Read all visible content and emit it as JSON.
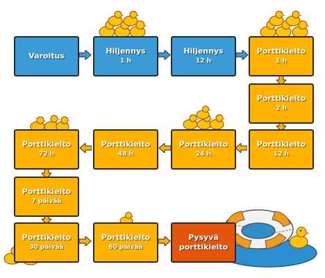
{
  "steps": [
    {
      "title": "Varoitus",
      "detail": "",
      "color": "#3b9bd6"
    },
    {
      "title": "Hiljennys",
      "detail": "1 h",
      "color": "#3b9bd6"
    },
    {
      "title": "Hiljennys",
      "detail": "12 h",
      "color": "#3b9bd6"
    },
    {
      "title": "Porttikielto",
      "detail": "1 h",
      "color": "#ffb300"
    },
    {
      "title": "Porttikielto",
      "detail": "2 h",
      "color": "#ffb300"
    },
    {
      "title": "Porttikielto",
      "detail": "12 h",
      "color": "#ffb300"
    },
    {
      "title": "Porttikielto",
      "detail": "24 h",
      "color": "#ffb300"
    },
    {
      "title": "Porttikielto",
      "detail": "48 h",
      "color": "#ffb300"
    },
    {
      "title": "Porttikielto",
      "detail": "72 h",
      "color": "#ffb300"
    },
    {
      "title": "Porttikielto",
      "detail": "7 päivää",
      "color": "#ffb300"
    },
    {
      "title": "Porttikielto",
      "detail": "30 päivää",
      "color": "#ffb300"
    },
    {
      "title": "Porttikielto",
      "detail": "60 päivää",
      "color": "#ffb300"
    },
    {
      "title": "Pysyvä",
      "detail": "porttikielto",
      "color": "#e5560c"
    }
  ],
  "icons": {
    "duck": "rubber-duck-icon",
    "life_ring": "life-ring-icon",
    "arrow": "arrow-icon"
  },
  "colors": {
    "duck_body": "#ffc20e",
    "duck_beak": "#f07a10",
    "water": "#2c8fd0",
    "ring_white": "#f2f2f2",
    "ring_orange": "#f29a1b"
  }
}
